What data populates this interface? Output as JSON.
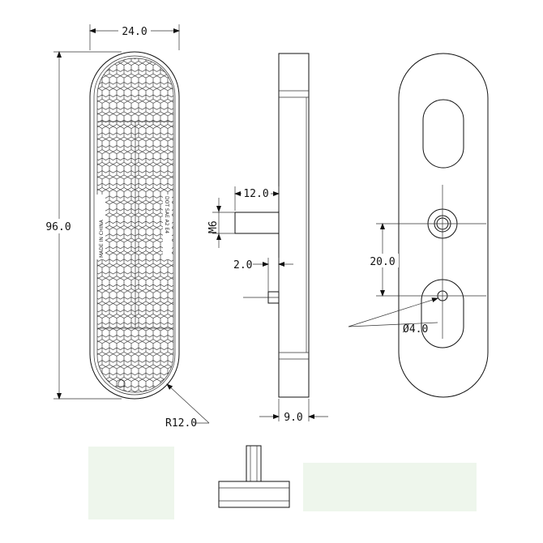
{
  "dimensions": {
    "width": "24.0",
    "height": "96.0",
    "radius": "R12.0",
    "stud_length": "12.0",
    "thread": "M6",
    "offset": "2.0",
    "thickness": "9.0",
    "hole_spacing": "20.0",
    "hole_diameter": "Ø4.0"
  },
  "reflector_text": {
    "left": "MADE IN CHINA",
    "right": "DOT SAE A2 E4"
  },
  "colors": {
    "line": "#111111",
    "panel": "#eef6ec"
  }
}
